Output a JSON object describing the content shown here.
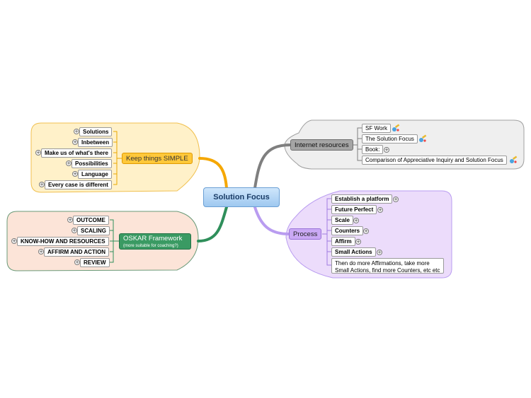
{
  "central": {
    "label": "Solution Focus"
  },
  "keep_simple": {
    "label": "Keep things SIMPLE",
    "children": [
      "Solutions",
      "Inbetween",
      "Make us of what's there",
      "Possibilities",
      "Language",
      "Every case is different"
    ]
  },
  "oskar": {
    "label": "OSKAR Framework",
    "sublabel": "(more suitable for coaching?)",
    "children": [
      "OUTCOME",
      "SCALING",
      "KNOW-HOW AND RESOURCES",
      "AFFIRM AND ACTION",
      "REVIEW"
    ]
  },
  "internet": {
    "label": "Internet resources",
    "children": [
      "SF Work",
      "The Solution Focus",
      "Book:",
      "Comparison of Appreciative Inquiry and Solution Focus"
    ]
  },
  "process": {
    "label": "Process",
    "children": [
      "Establish a platform",
      "Future Perfect",
      "Scale",
      "Counters",
      "Affirm",
      "Small Actions"
    ],
    "note_line1": "Then do more Affirmations, take more",
    "note_line2": "Small Actions, find more Counters, etc etc"
  },
  "colors": {
    "simple": "#f5a700",
    "oskar": "#2f8f5b",
    "internet": "#7f7f7f",
    "process": "#b99cf0",
    "central": "#a9d1f5"
  },
  "icons": {
    "plus": "+",
    "link": "link-pencil-icon"
  }
}
